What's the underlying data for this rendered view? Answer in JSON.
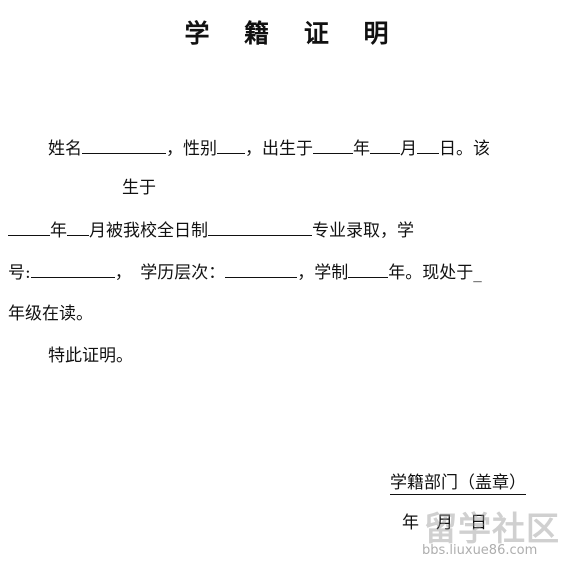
{
  "title": "学 籍 证 明",
  "body": {
    "l1": {
      "a": "姓名",
      "b": "，性别",
      "c": "，出生于",
      "d": "年",
      "e": "月",
      "f": "日。该"
    },
    "l2": "生于",
    "l3": {
      "a": "年",
      "b": "月被我校全日制",
      "c": "专业录取，学"
    },
    "l4": {
      "a": "号:",
      "b": "，　学历层次：",
      "c": "，学制",
      "d": "年。现处于_"
    },
    "l5": "年级在读。",
    "l6": "特此证明。"
  },
  "signature": "学籍部门（盖章）",
  "date": "年　月　日",
  "watermark": {
    "logo": "留学社区",
    "url": "bbs.liuxue86.com"
  }
}
